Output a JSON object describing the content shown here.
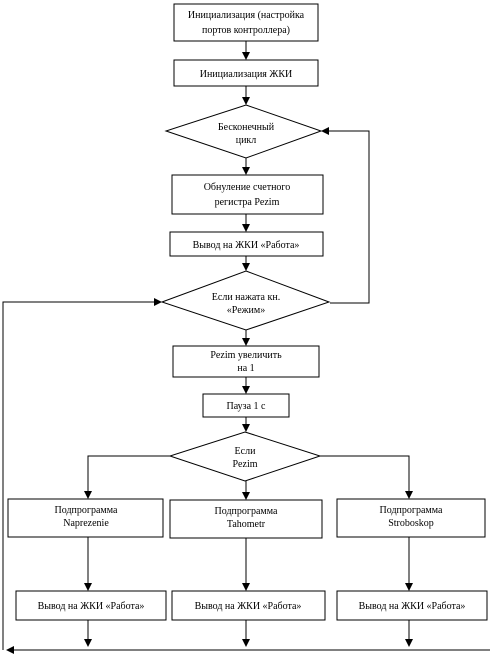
{
  "nodes": {
    "init_ports": [
      "Инициализация (настройка",
      "портов контроллера)"
    ],
    "init_lcd": [
      "Инициализация ЖКИ"
    ],
    "infinite_loop": [
      "Бесконечный",
      "цикл"
    ],
    "reset_counter": [
      "Обнуление счетного",
      "регистра Pezim"
    ],
    "show_rabota_main": [
      "Вывод на ЖКИ «Работа»"
    ],
    "if_mode_pressed": [
      "Если нажата кн.",
      "«Режим»"
    ],
    "pezim_increment": [
      "Pezim увеличить",
      "на 1"
    ],
    "pause": [
      "Пауза 1 с"
    ],
    "if_pezim": [
      "Если",
      "Pezim"
    ],
    "sub_naprezenie": [
      "Подпрограмма",
      "Naprezenie"
    ],
    "sub_tahometr": [
      "Подпрограмма",
      "Tahometr"
    ],
    "sub_stroboskop": [
      "Подпрограмма",
      "Stroboskop"
    ],
    "show_rabota_left": [
      "Вывод на ЖКИ «Работа»"
    ],
    "show_rabota_center": [
      "Вывод на ЖКИ «Работа»"
    ],
    "show_rabota_right": [
      "Вывод на ЖКИ «Работа»"
    ]
  }
}
